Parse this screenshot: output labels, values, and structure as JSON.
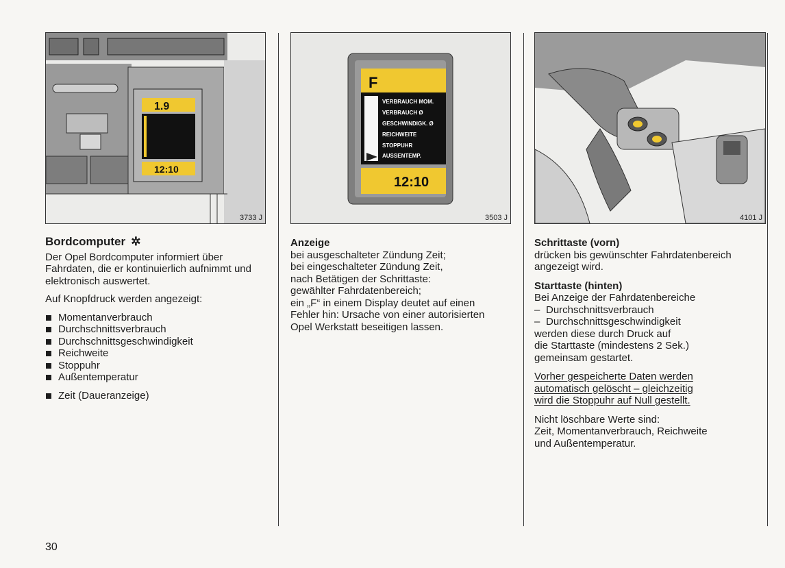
{
  "page_number": "30",
  "figures": {
    "left_ref": "3733 J",
    "middle_ref": "3503 J",
    "right_ref": "4101 J"
  },
  "display": {
    "indicator": "F",
    "menu": [
      "VERBRAUCH MOM.",
      "VERBRAUCH Ø",
      "GESCHWINDIGK. Ø",
      "REICHWEITE",
      "STOPPUHR",
      "AUSSENTEMP."
    ],
    "time": "12:10",
    "small_value": "1.9",
    "colors": {
      "lcd_yellow": "#f0c830",
      "lcd_black": "#111111",
      "panel_grey": "#9a9a9a"
    }
  },
  "left_column": {
    "title": "Bordcomputer",
    "title_symbol": "✲",
    "intro": [
      "Der Opel Bordcomputer informiert über",
      "Fahrdaten, die er kontinuierlich aufnimmt und",
      "elektronisch auswertet."
    ],
    "shown_label": "Auf Knopfdruck werden angezeigt:",
    "items": [
      "Momentanverbrauch",
      "Durchschnittsverbrauch",
      "Durchschnittsgeschwindigkeit",
      "Reichweite",
      "Stoppuhr",
      "Außentemperatur"
    ],
    "last_item": "Zeit (Daueranzeige)"
  },
  "middle_column": {
    "heading": "Anzeige",
    "lines": [
      "bei ausgeschalteter Zündung Zeit;",
      "bei eingeschalteter Zündung Zeit,",
      "nach Betätigen der Schrittaste:",
      "gewählter Fahrdatenbereich;",
      "ein „F“ in einem Display deutet auf einen",
      "Fehler hin: Ursache von einer autorisierten",
      "Opel Werkstatt beseitigen lassen."
    ]
  },
  "right_column": {
    "heading1": "Schrittaste (vorn)",
    "para1": [
      "drücken bis gewünschter Fahrdatenbereich",
      "angezeigt wird."
    ],
    "heading2": "Starttaste (hinten)",
    "para2_intro": "Bei Anzeige der Fahrdatenbereiche",
    "dash_items": [
      "Durchschnittsverbrauch",
      "Durchschnittsgeschwindigkeit"
    ],
    "para2_rest": [
      "werden diese durch Druck auf",
      "die Starttaste (mindestens 2 Sek.)",
      "gemeinsam gestartet."
    ],
    "underlined": [
      "Vorher gespeicherte Daten werden",
      "automatisch gelöscht – gleichzeitig",
      "wird die Stoppuhr auf Null gestellt."
    ],
    "para3": [
      "Nicht löschbare Werte sind:",
      "Zeit, Momentanverbrauch, Reichweite",
      "und Außentemperatur."
    ]
  }
}
